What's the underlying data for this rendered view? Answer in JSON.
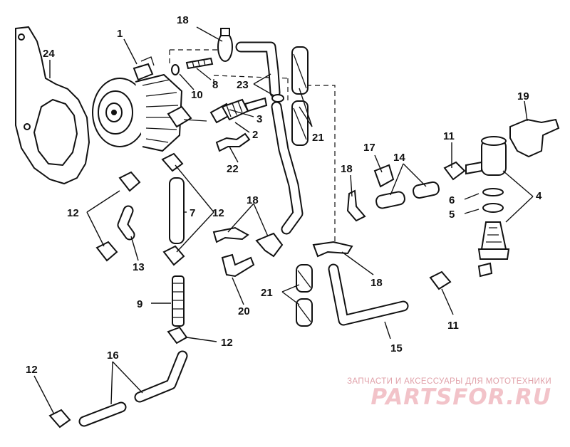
{
  "labels": {
    "l1": "1",
    "l24": "24",
    "l18a": "18",
    "l8": "8",
    "l10": "10",
    "l23": "23",
    "l3": "3",
    "l2": "2",
    "l22": "22",
    "l21a": "21",
    "l19": "19",
    "l11a": "11",
    "l17": "17",
    "l14": "14",
    "l18b": "18",
    "l4": "4",
    "l6": "6",
    "l5": "5",
    "l12a": "12",
    "l7": "7",
    "l12b": "12",
    "l18c": "18",
    "l13": "13",
    "l18d": "18",
    "l21b": "21",
    "l20": "20",
    "l9": "9",
    "l11b": "11",
    "l15": "15",
    "l12c": "12",
    "l16": "16",
    "l12d": "12"
  },
  "watermark": {
    "caption": "ЗАПЧАСТИ И АКСЕССУАРЫ ДЛЯ МОТОТЕХНИКИ",
    "logo": "PARTSFOR.RU"
  }
}
